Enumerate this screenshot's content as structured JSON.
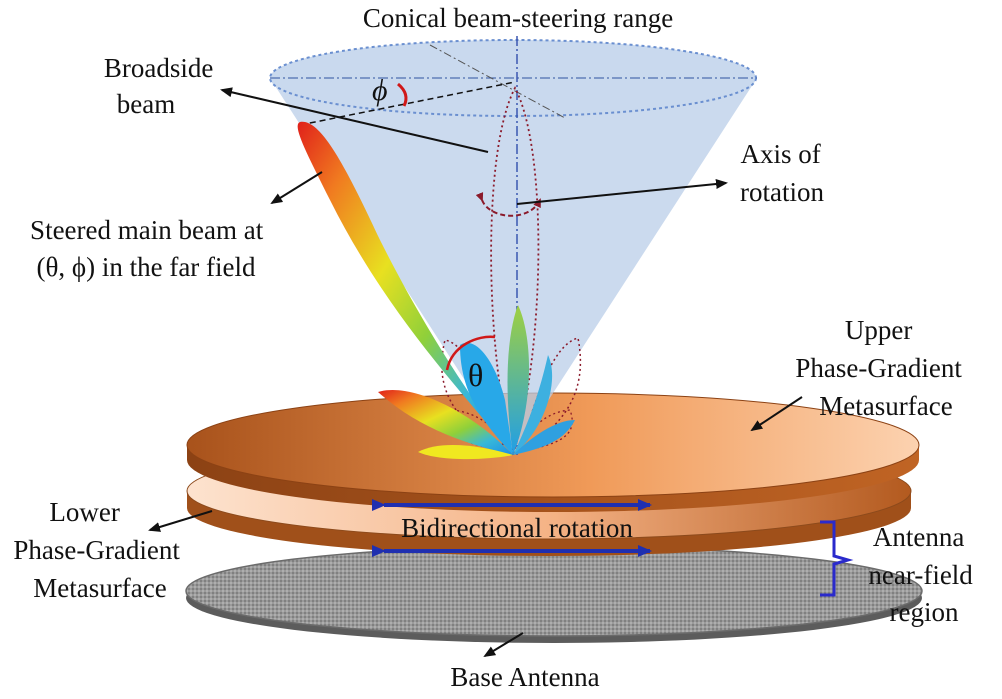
{
  "labels": {
    "conical_range": "Conical beam-steering range",
    "broadside_line1": "Broadside",
    "broadside_line2": "beam",
    "axis_line1": "Axis of",
    "axis_line2": "rotation",
    "steered_line1": "Steered main beam at",
    "steered_line2": "(θ, ϕ) in the far field",
    "upper_line1": "Upper",
    "upper_line2": "Phase-Gradient",
    "upper_line3": "Metasurface",
    "lower_line1": "Lower",
    "lower_line2": "Phase-Gradient",
    "lower_line3": "Metasurface",
    "bidirectional": "Bidirectional rotation",
    "nearfield_line1": "Antenna",
    "nearfield_line2": "near-field",
    "nearfield_line3": "region",
    "base_antenna": "Base Antenna",
    "phi_symbol": "ϕ",
    "theta_symbol": "θ"
  },
  "colors": {
    "cone_fill": "#b9cde8",
    "upper_disk_light": "#f7b07a",
    "upper_disk_dark": "#a8521b",
    "lower_disk_light": "#fde0c8",
    "lower_disk_dark": "#c96f30",
    "base_disk": "#8a8a8a",
    "rotation_arrow": "#1f2fb0",
    "bracket": "#2a2acc",
    "angle_arc": "#d01818",
    "dashed_pattern": "#8b1a2b"
  }
}
